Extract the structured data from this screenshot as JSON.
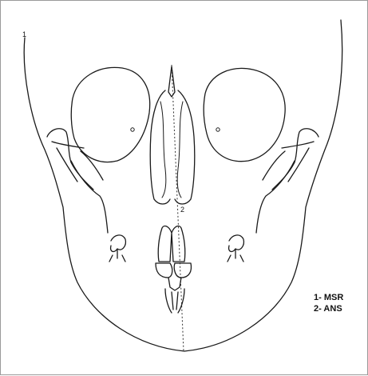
{
  "figure": {
    "markers": {
      "msr": "1",
      "ans": "2"
    },
    "legend": [
      {
        "text": "1- MSR"
      },
      {
        "text": "2- ANS"
      }
    ]
  }
}
